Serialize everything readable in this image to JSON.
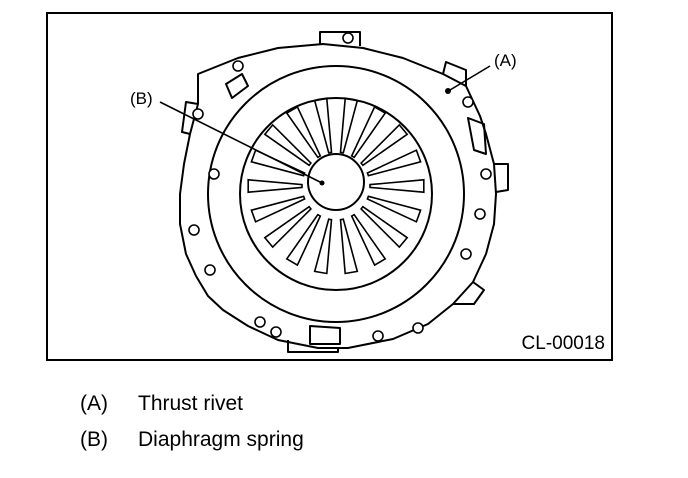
{
  "figure": {
    "id_label": "CL-00018",
    "callouts": [
      {
        "key": "A",
        "text": "(A)"
      },
      {
        "key": "B",
        "text": "(B)"
      }
    ]
  },
  "legend": [
    {
      "key": "(A)",
      "text": "Thrust rivet"
    },
    {
      "key": "(B)",
      "text": "Diaphragm spring"
    }
  ]
}
